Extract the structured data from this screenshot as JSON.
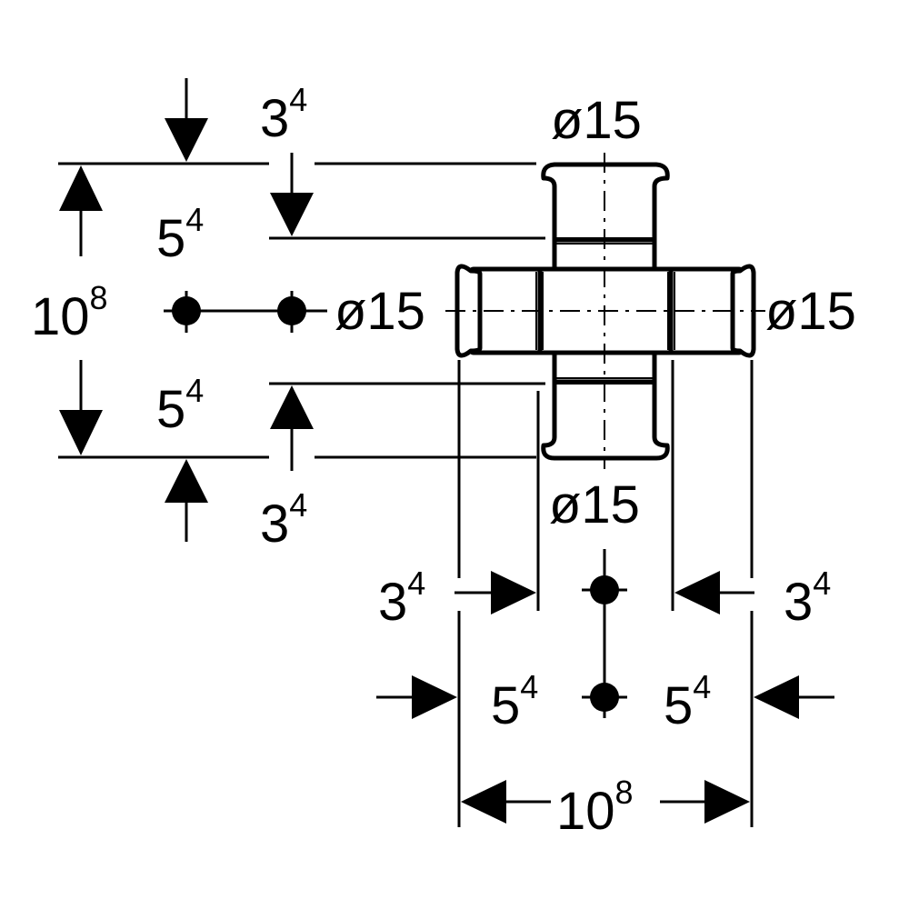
{
  "drawing": {
    "colors": {
      "line": "#000000",
      "background": "#ffffff"
    },
    "diameters": {
      "top": "ø15",
      "left": "ø15",
      "right": "ø15",
      "bottom": "ø15"
    },
    "vertical_dims": {
      "overall": {
        "base": "10",
        "sup": "8"
      },
      "upper_half": {
        "base": "5",
        "sup": "4"
      },
      "lower_half": {
        "base": "5",
        "sup": "4"
      },
      "upper_insertion": {
        "base": "3",
        "sup": "4"
      },
      "lower_insertion": {
        "base": "3",
        "sup": "4"
      }
    },
    "horizontal_dims": {
      "overall": {
        "base": "10",
        "sup": "8"
      },
      "left_half": {
        "base": "5",
        "sup": "4"
      },
      "right_half": {
        "base": "5",
        "sup": "4"
      },
      "left_insertion": {
        "base": "3",
        "sup": "4"
      },
      "right_insertion": {
        "base": "3",
        "sup": "4"
      }
    }
  }
}
